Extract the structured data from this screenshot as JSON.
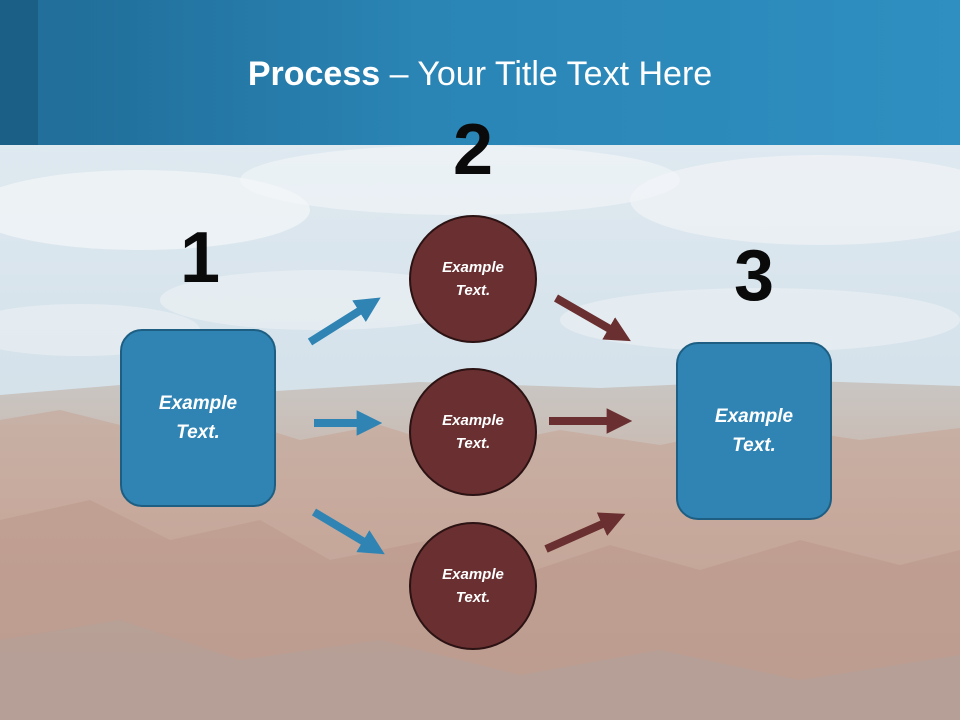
{
  "title": {
    "bold": "Process",
    "rest": " – Your Title Text Here"
  },
  "steps": {
    "one": "1",
    "two": "2",
    "three": "3"
  },
  "boxes": {
    "left": "Example Text.",
    "right": "Example Text."
  },
  "circles": {
    "top": "Example Text.",
    "middle": "Example Text.",
    "bottom": "Example Text."
  },
  "colors": {
    "header": "#2a85b5",
    "box_fill": "#2f84b4",
    "circle_fill": "#6a2f30",
    "blue_arrow": "#2f84b4",
    "brown_arrow": "#6a2f30"
  }
}
